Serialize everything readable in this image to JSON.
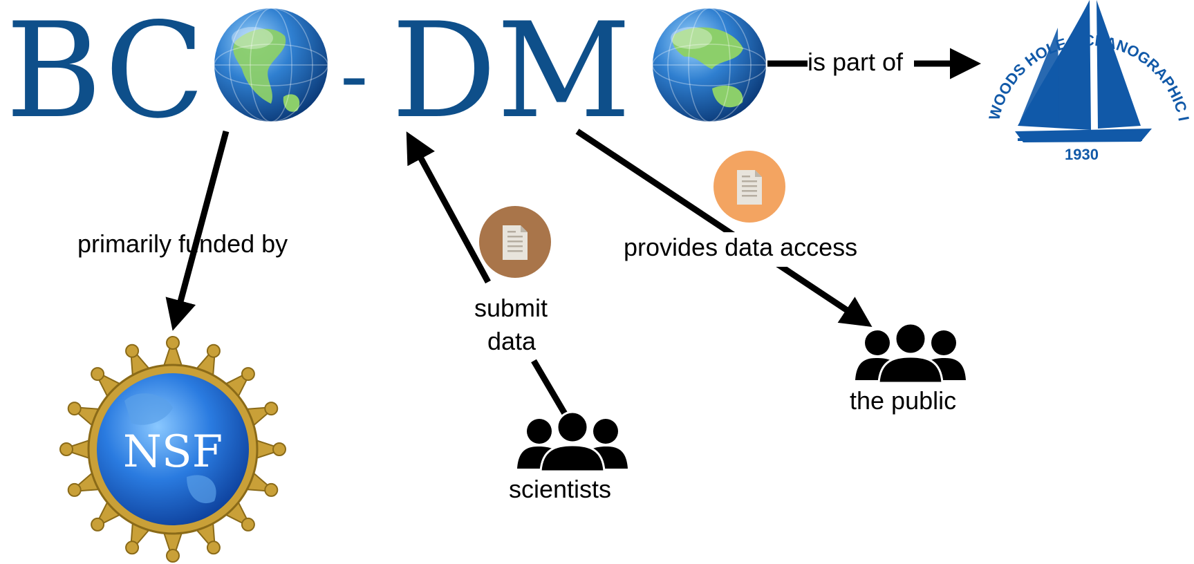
{
  "logo": {
    "left_text": "BC",
    "dash": "-",
    "right_text": "DM",
    "color": "#0e4f8a",
    "icons": [
      "globe-americas-icon",
      "globe-asia-icon"
    ]
  },
  "edges": {
    "part_of": "is part of",
    "funded_by": "primarily funded by",
    "submit_line1": "submit",
    "submit_line2": "data",
    "provides": "provides data access"
  },
  "nodes": {
    "whoi": {
      "ring_text": "WOODS HOLE OCEANOGRAPHIC INSTITUTION",
      "year": "1930",
      "color": "#1159a8",
      "icon": "sailboat-icon"
    },
    "nsf": {
      "text": "NSF",
      "icon": "nsf-globe-seal-icon"
    },
    "scientists": {
      "label": "scientists",
      "icon": "group-people-icon"
    },
    "public": {
      "label": "the public",
      "icon": "group-people-icon"
    }
  },
  "document_icons": {
    "submit_color": "#a9754a",
    "access_color": "#f3a461",
    "icon": "document-icon"
  }
}
